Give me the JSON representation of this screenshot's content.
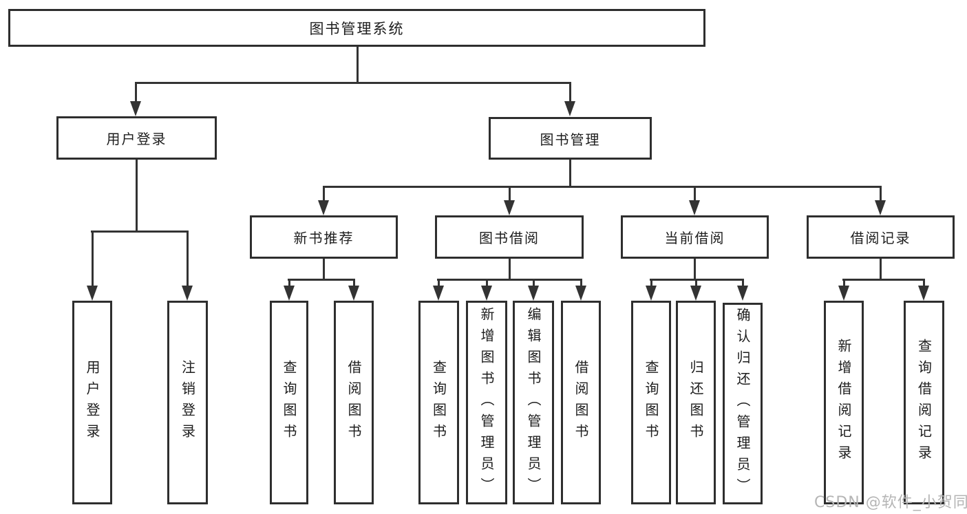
{
  "colors": {
    "background": "#ffffff",
    "box_border": "#2e2e2e",
    "connector_line": "#333333",
    "text": "#1d1d1d",
    "watermark": "#b5b5b5"
  },
  "diagram": {
    "root": {
      "label": "图书管理系统"
    },
    "level2": [
      {
        "label": "用户登录"
      },
      {
        "label": "图书管理"
      }
    ],
    "level3": [
      {
        "label": "新书推荐"
      },
      {
        "label": "图书借阅"
      },
      {
        "label": "当前借阅"
      },
      {
        "label": "借阅记录"
      }
    ],
    "leaves": {
      "user_login": [
        "用户登录",
        "注销登录"
      ],
      "new_book_recommend": [
        "查询图书",
        "借阅图书"
      ],
      "book_borrow": [
        "查询图书",
        "新增图书（管理员）",
        "编辑图书（管理员）",
        "借阅图书"
      ],
      "current_borrow": [
        "查询图书",
        "归还图书",
        "确认归还（管理员）"
      ],
      "borrow_record": [
        "新增借阅记录",
        "查询借阅记录"
      ]
    }
  },
  "watermark": {
    "text": "CSDN @软件_小贺同学"
  }
}
